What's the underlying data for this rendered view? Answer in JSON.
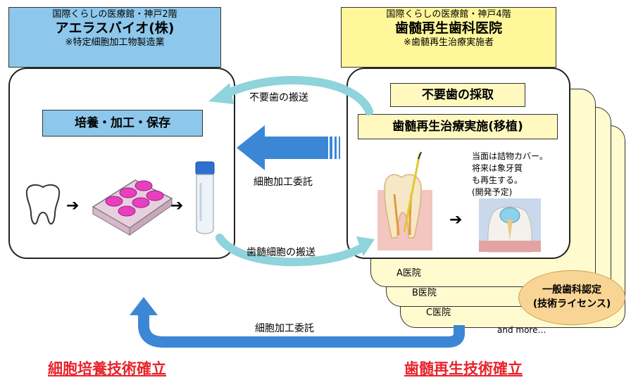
{
  "left_header": {
    "line1": "国際くらしの医療館・神戸2階",
    "line2": "アエラスバイオ(株)",
    "line3": "※特定細胞加工物製造業"
  },
  "right_header": {
    "line1": "国際くらしの医療館・神戸4階",
    "line2": "歯髄再生歯科医院",
    "line3": "※歯髄再生治療実施者"
  },
  "left_panel": {
    "process_title": "培養・加工・保存"
  },
  "right_panel": {
    "extraction_title": "不要歯の採取",
    "treatment_title": "歯髄再生治療実施(移植)",
    "note_lines": [
      "当面は詰物カバー。",
      "将来は象牙質",
      "も再生する。",
      "(開発予定)"
    ]
  },
  "arrows": {
    "top_label": "不要歯の搬送",
    "middle_label": "細胞加工委託",
    "bottom_label": "歯髄細胞の搬送",
    "return_label": "細胞加工委託"
  },
  "clinics": [
    "A医院",
    "B医院",
    "C医院"
  ],
  "and_more": "and more…",
  "license": {
    "line1": "一般歯科認定",
    "line2": "(技術ライセンス)"
  },
  "footer": {
    "left": "細胞培養技術確立",
    "right": "歯髄再生技術確立"
  },
  "colors": {
    "left_header_bg": "#8dc8ec",
    "right_header_bg": "#fff79a",
    "flow_arrow": "#3b87d6",
    "transport_arrow": "#8fd3dc",
    "footer_red": "#e8242c",
    "license_bg": "#f8d595"
  },
  "icons": [
    "tooth-icon",
    "culture-plate-icon",
    "vial-icon",
    "tooth-root-canal-icon",
    "capped-tooth-icon"
  ]
}
